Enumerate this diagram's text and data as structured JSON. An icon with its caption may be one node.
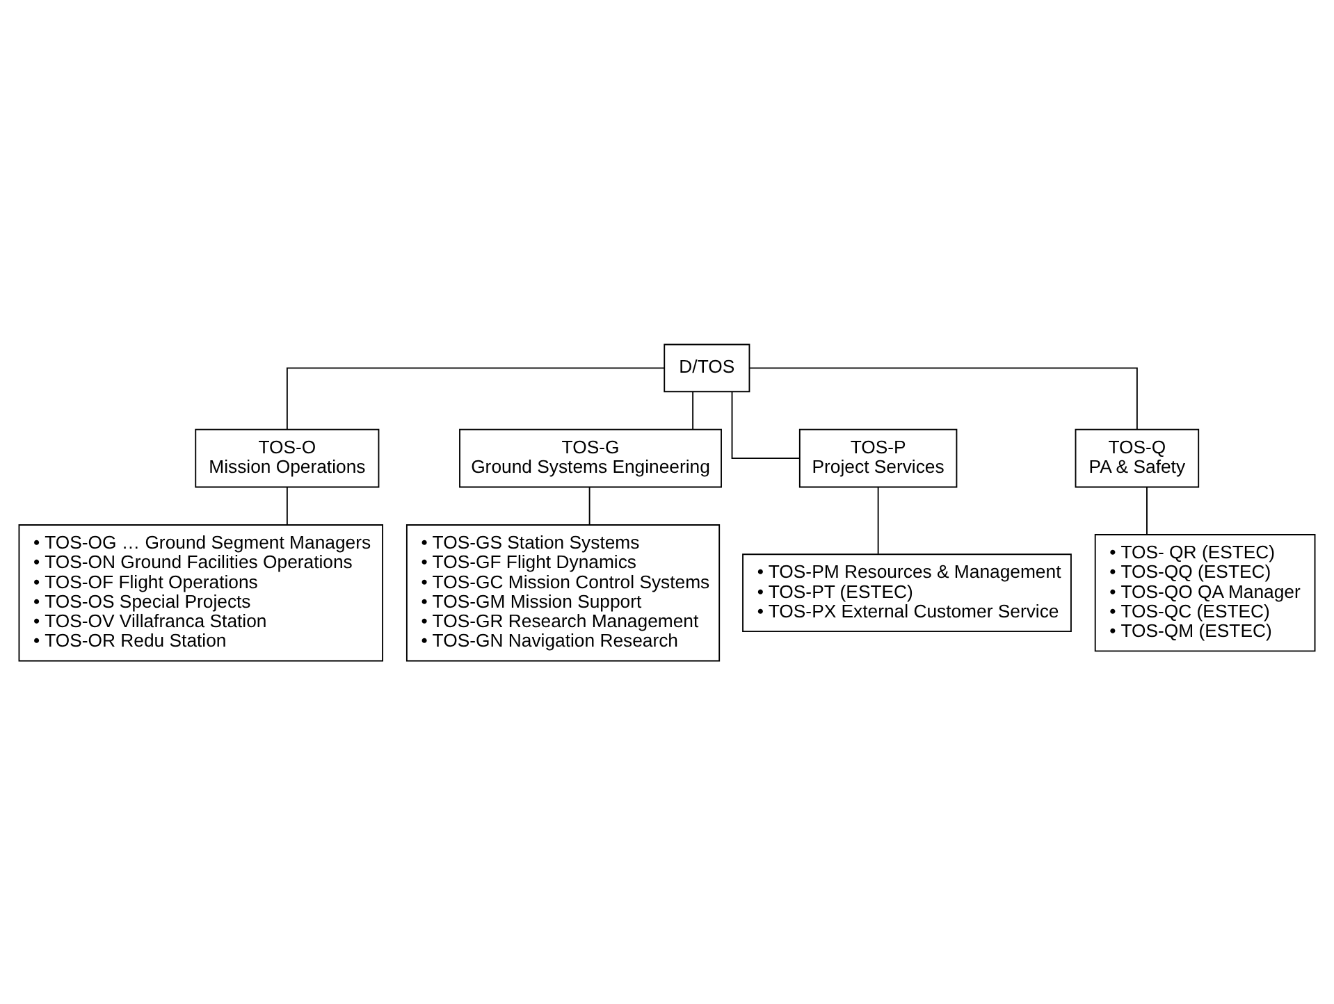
{
  "diagram": {
    "nodes": [
      {
        "text": [
          "D/TOS"
        ]
      },
      {
        "text": [
          "TOS-O",
          "Mission Operations"
        ]
      },
      {
        "text": [
          "TOS-G",
          "Ground Systems Engineering"
        ]
      },
      {
        "text": [
          "TOS-P",
          "Project Services"
        ]
      },
      {
        "text": [
          "TOS-Q",
          "PA & Safety"
        ]
      },
      {
        "text": [
          "• TOS-OG … Ground Segment Managers",
          "• TOS-ON Ground Facilities Operations",
          "• TOS-OF Flight Operations",
          "• TOS-OS Special Projects",
          "• TOS-OV Villafranca Station",
          "• TOS-OR Redu Station"
        ]
      },
      {
        "text": [
          "• TOS-GS Station Systems",
          "• TOS-GF Flight Dynamics",
          "• TOS-GC Mission Control Systems",
          "• TOS-GM Mission Support",
          "• TOS-GR Research Management",
          "• TOS-GN Navigation Research"
        ]
      },
      {
        "text": [
          "• TOS-PM Resources & Management",
          "• TOS-PT (ESTEC)",
          "• TOS-PX External Customer Service"
        ]
      },
      {
        "text": [
          "• TOS- QR (ESTEC)",
          "• TOS-QQ (ESTEC)",
          "• TOS-QO QA Manager",
          "• TOS-QC (ESTEC)",
          "• TOS-QM (ESTEC)"
        ]
      }
    ],
    "edges": [
      {
        "from": 0,
        "to": 1,
        "arrow": "none"
      },
      {
        "from": 0,
        "to": 2,
        "arrow": "none"
      },
      {
        "from": 0,
        "to": 3,
        "arrow": "none"
      },
      {
        "from": 0,
        "to": 4,
        "arrow": "none"
      },
      {
        "from": 1,
        "to": 5,
        "arrow": "none"
      },
      {
        "from": 2,
        "to": 6,
        "arrow": "none"
      },
      {
        "from": 3,
        "to": 7,
        "arrow": "none"
      },
      {
        "from": 4,
        "to": 8,
        "arrow": "none"
      }
    ]
  }
}
